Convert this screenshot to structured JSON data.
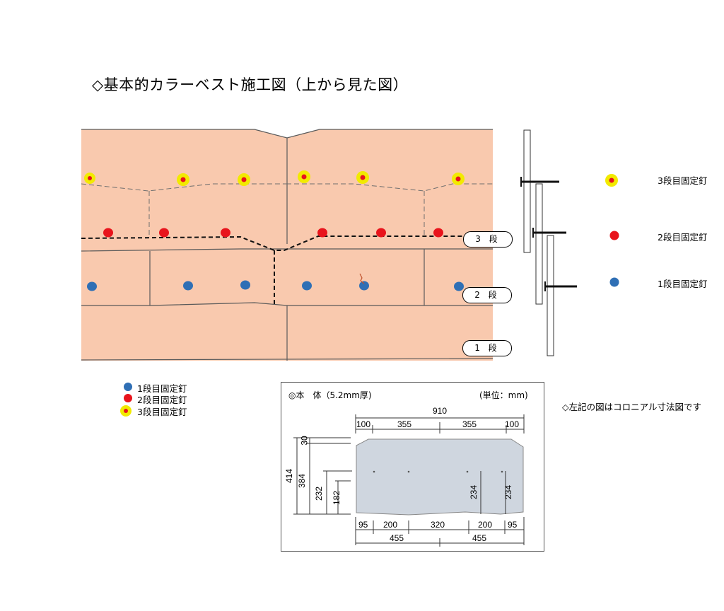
{
  "title": "◇基本的カラーベスト施工図（上から見た図）",
  "colors": {
    "roof_fill": "#f9c9ae",
    "roof_line": "#5a5a5a",
    "nail_tier1": "#2f6fb5",
    "nail_tier2": "#e8141c",
    "nail_tier3_ring": "#f2ea00",
    "nail_tier3_core": "#e8141c",
    "product_fill": "#cfd6df"
  },
  "tier_labels": [
    "3 段",
    "2 段",
    "1 段"
  ],
  "right_legend": {
    "tier3": "3段目固定釘",
    "tier2": "2段目固定釘",
    "tier1": "1段目固定釘"
  },
  "bottom_legend": {
    "tier1": "1段目固定釘",
    "tier2": "2段目固定釘",
    "tier3": "3段目固定釘"
  },
  "spec": {
    "heading_left": "◎本　体（5.2mm厚)",
    "heading_right": "(単位：mm)",
    "top_total": "910",
    "top_segments": [
      "100",
      "355",
      "355",
      "100"
    ],
    "bottom_segments": [
      "95",
      "200",
      "320",
      "200",
      "95"
    ],
    "bottom_halves": [
      "455",
      "455"
    ],
    "left_dims": [
      "414",
      "30",
      "384",
      "232",
      "182"
    ],
    "inner_dims": [
      "234",
      "234"
    ]
  },
  "note": "◇左記の図はコロニアル寸法図です"
}
